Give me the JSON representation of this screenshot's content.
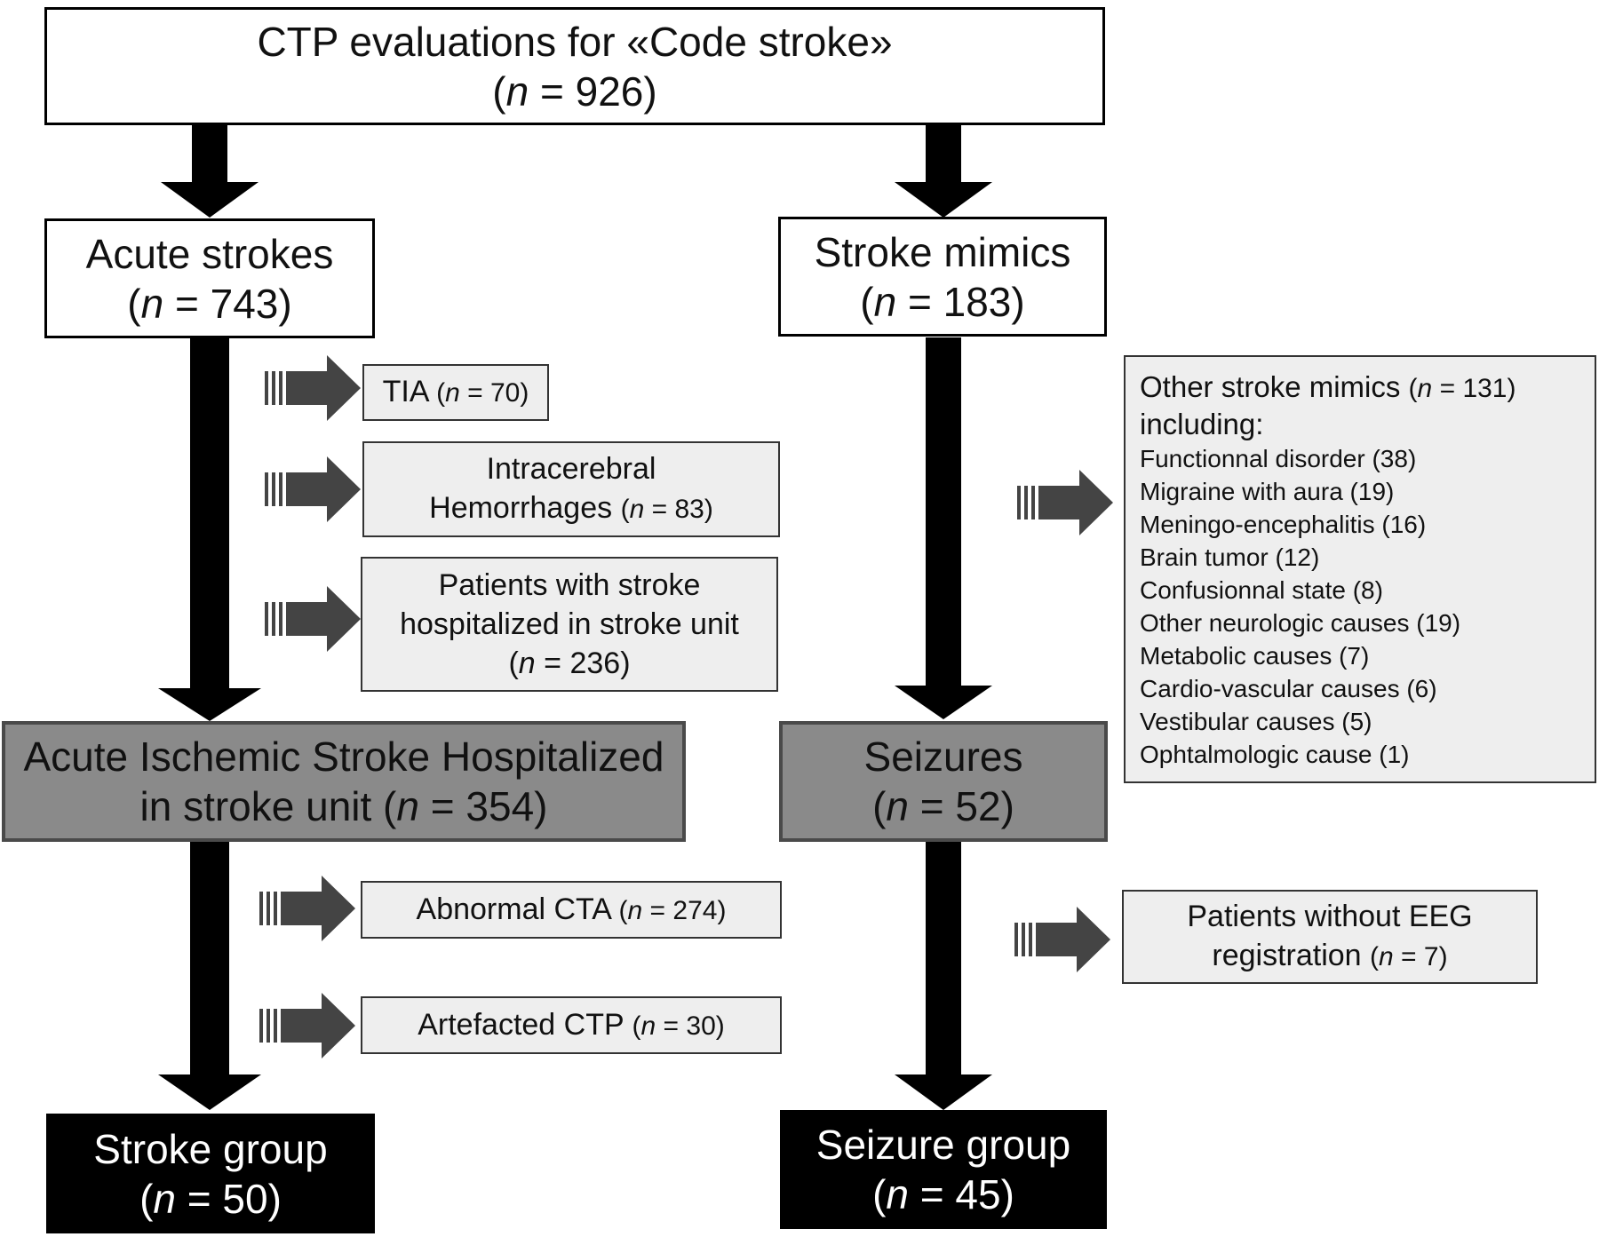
{
  "n_symbol": "n",
  "top": {
    "title": "CTP evaluations for «Code stroke»",
    "n": "926"
  },
  "acute": {
    "title": "Acute strokes",
    "n": "743"
  },
  "mimics": {
    "title": "Stroke mimics",
    "n": "183"
  },
  "tia": {
    "label": "TIA",
    "n": "70"
  },
  "ich": {
    "line1": "Intracerebral",
    "line2": "Hemorrhages",
    "n": "83"
  },
  "stroke_unit": {
    "line1": "Patients with stroke",
    "line2": "hospitalized in stroke unit",
    "n": "236"
  },
  "other_mimics": {
    "title": "Other stroke mimics",
    "n": "131",
    "subtitle": "including:",
    "items": [
      "Functionnal disorder (38)",
      "Migraine with aura (19)",
      "Meningo-encephalitis (16)",
      "Brain tumor (12)",
      "Confusionnal state (8)",
      "Other neurologic causes (19)",
      "Metabolic causes (7)",
      "Cardio-vascular causes (6)",
      "Vestibular causes (5)",
      "Ophtalmologic cause (1)"
    ]
  },
  "ais": {
    "line1": "Acute Ischemic Stroke Hospitalized",
    "line2": "in stroke unit",
    "n": "354"
  },
  "seizures": {
    "title": "Seizures",
    "n": "52"
  },
  "cta": {
    "label": "Abnormal CTA",
    "n": "274"
  },
  "ctp": {
    "label": "Artefacted CTP",
    "n": "30"
  },
  "eeg": {
    "line1": "Patients without EEG",
    "line2": "registration",
    "n": "7"
  },
  "stroke_group": {
    "title": "Stroke group",
    "n": "50"
  },
  "seizure_group": {
    "title": "Seizure group",
    "n": "45"
  },
  "colors": {
    "arrow_main": "#000000",
    "arrow_side": "#444444",
    "gray_box": "#8a8a8a",
    "light_box": "#eeeeee"
  }
}
